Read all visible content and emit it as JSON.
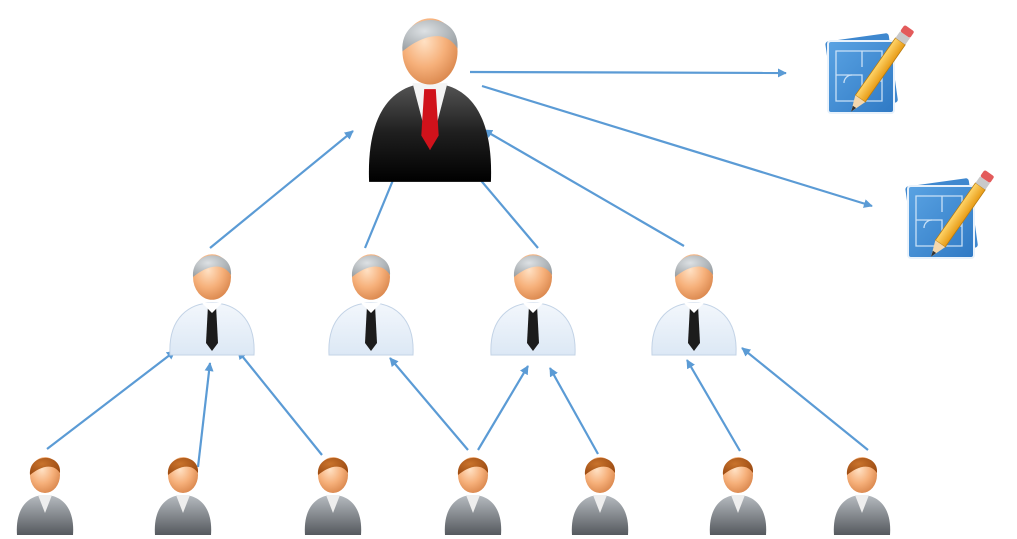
{
  "diagram": {
    "type": "hierarchy",
    "colors": {
      "arrow": "#5b9bd5",
      "executive_suit": "#1f1f1f",
      "executive_tie": "#d0121b",
      "manager_shirt": "#dce8f5",
      "manager_tie": "#1c1c1c",
      "worker_suit": "#8a8f96",
      "worker_hair": "#9a4a12",
      "skin": "#f6b07a",
      "gray_hair": "#9aa0a4",
      "blueprint": "#2f79c4",
      "pencil": "#f2b531"
    },
    "nodes": {
      "executive": {
        "icon": "executive-icon"
      },
      "managers": [
        {
          "icon": "manager-icon"
        },
        {
          "icon": "manager-icon"
        },
        {
          "icon": "manager-icon"
        },
        {
          "icon": "manager-icon"
        }
      ],
      "workers": [
        {
          "icon": "worker-icon"
        },
        {
          "icon": "worker-icon"
        },
        {
          "icon": "worker-icon"
        },
        {
          "icon": "worker-icon"
        },
        {
          "icon": "worker-icon"
        },
        {
          "icon": "worker-icon"
        },
        {
          "icon": "worker-icon"
        }
      ],
      "plans": [
        {
          "icon": "blueprint-pencil-icon"
        },
        {
          "icon": "blueprint-pencil-icon"
        }
      ]
    },
    "edges": [
      {
        "from": "manager-1",
        "to": "executive"
      },
      {
        "from": "manager-2",
        "to": "executive"
      },
      {
        "from": "manager-3",
        "to": "executive"
      },
      {
        "from": "manager-4",
        "to": "executive"
      },
      {
        "from": "executive",
        "to": "plan-1"
      },
      {
        "from": "executive",
        "to": "plan-2"
      },
      {
        "from": "worker-1",
        "to": "manager-1"
      },
      {
        "from": "worker-2",
        "to": "manager-1"
      },
      {
        "from": "worker-3",
        "to": "manager-1"
      },
      {
        "from": "worker-4",
        "to": "manager-2"
      },
      {
        "from": "worker-4",
        "to": "manager-3"
      },
      {
        "from": "worker-5",
        "to": "manager-3"
      },
      {
        "from": "worker-6",
        "to": "manager-4"
      },
      {
        "from": "worker-7",
        "to": "manager-4"
      }
    ]
  }
}
